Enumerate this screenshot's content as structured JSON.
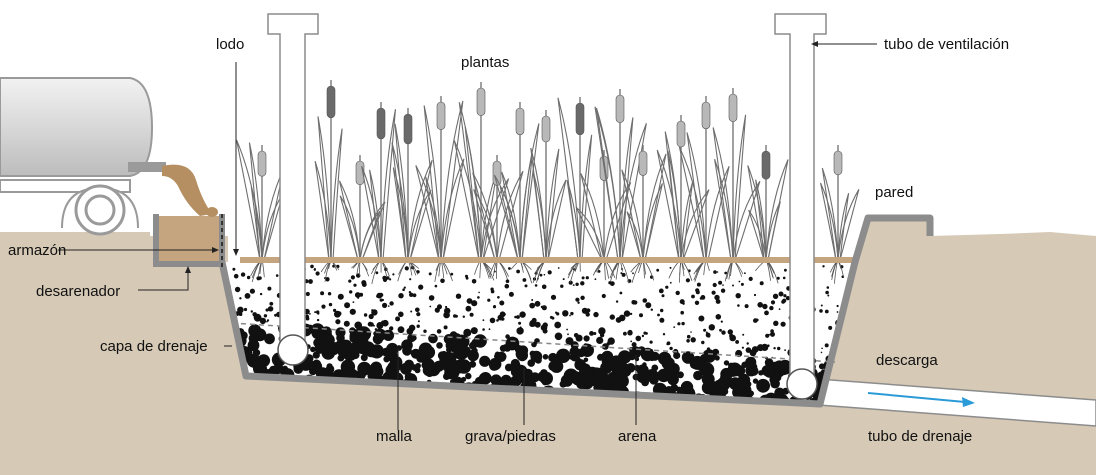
{
  "labels": {
    "lodo": "lodo",
    "plantas": "plantas",
    "tubo_ventilacion": "tubo de ventilación",
    "pared": "pared",
    "armazon": "armazón",
    "desarenador": "desarenador",
    "capa_drenaje": "capa de drenaje",
    "descarga": "descarga",
    "malla": "malla",
    "grava": "grava/piedras",
    "arena": "arena",
    "tubo_drenaje": "tubo de drenaje"
  },
  "colors": {
    "ground": "#d6c9b6",
    "wall": "#8c8c8c",
    "sludge": "#c4a57f",
    "plant_leaf": "#6e6e6e",
    "cattail_dark": "#6a6a6a",
    "cattail_light": "#b8b8b8",
    "flow_arrow": "#2b9bd8"
  }
}
